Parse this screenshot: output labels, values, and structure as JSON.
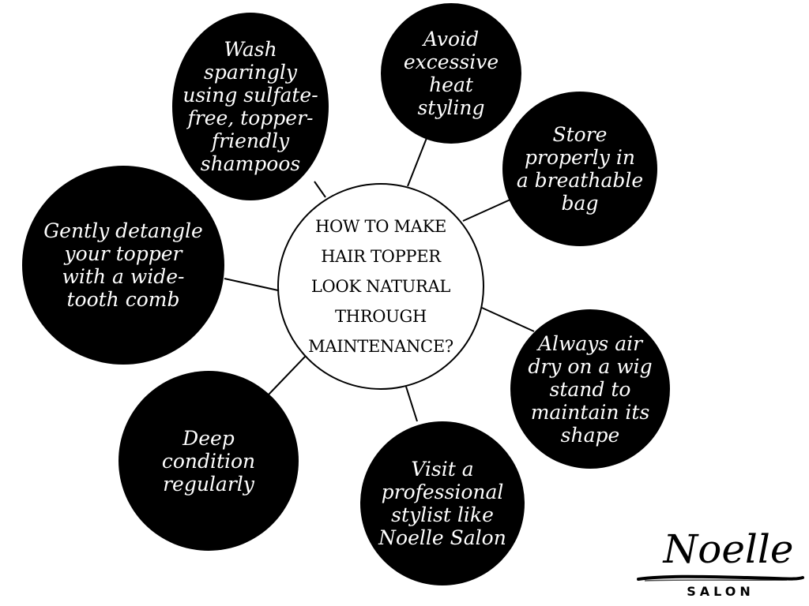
{
  "center": {
    "lines": [
      "HOW TO MAKE",
      "HAIR TOPPER",
      "LOOK NATURAL",
      "THROUGH",
      "MAINTENANCE?"
    ]
  },
  "tips": [
    {
      "id": "wash",
      "lines": [
        "Wash",
        "sparingly",
        "using sulfate-",
        "free, topper-",
        "friendly",
        "shampoos"
      ]
    },
    {
      "id": "heat",
      "lines": [
        "Avoid",
        "excessive",
        "heat",
        "styling"
      ]
    },
    {
      "id": "store",
      "lines": [
        "Store",
        "properly in",
        "a breathable",
        "bag"
      ]
    },
    {
      "id": "airdry",
      "lines": [
        "Always air",
        "dry on a wig",
        "stand to",
        "maintain its",
        "shape"
      ]
    },
    {
      "id": "stylist",
      "lines": [
        "Visit a",
        "professional",
        "stylist like",
        "Noelle Salon"
      ]
    },
    {
      "id": "condition",
      "lines": [
        "Deep",
        "condition",
        "regularly"
      ]
    },
    {
      "id": "detangle",
      "lines": [
        "Gently detangle",
        "your topper",
        "with a wide-",
        "tooth comb"
      ]
    }
  ],
  "logo": {
    "name": "Noelle",
    "subtitle": "SALON"
  },
  "colors": {
    "node_fill": "#000000",
    "node_text": "#ffffff",
    "background": "#ffffff",
    "connector": "#000000"
  }
}
